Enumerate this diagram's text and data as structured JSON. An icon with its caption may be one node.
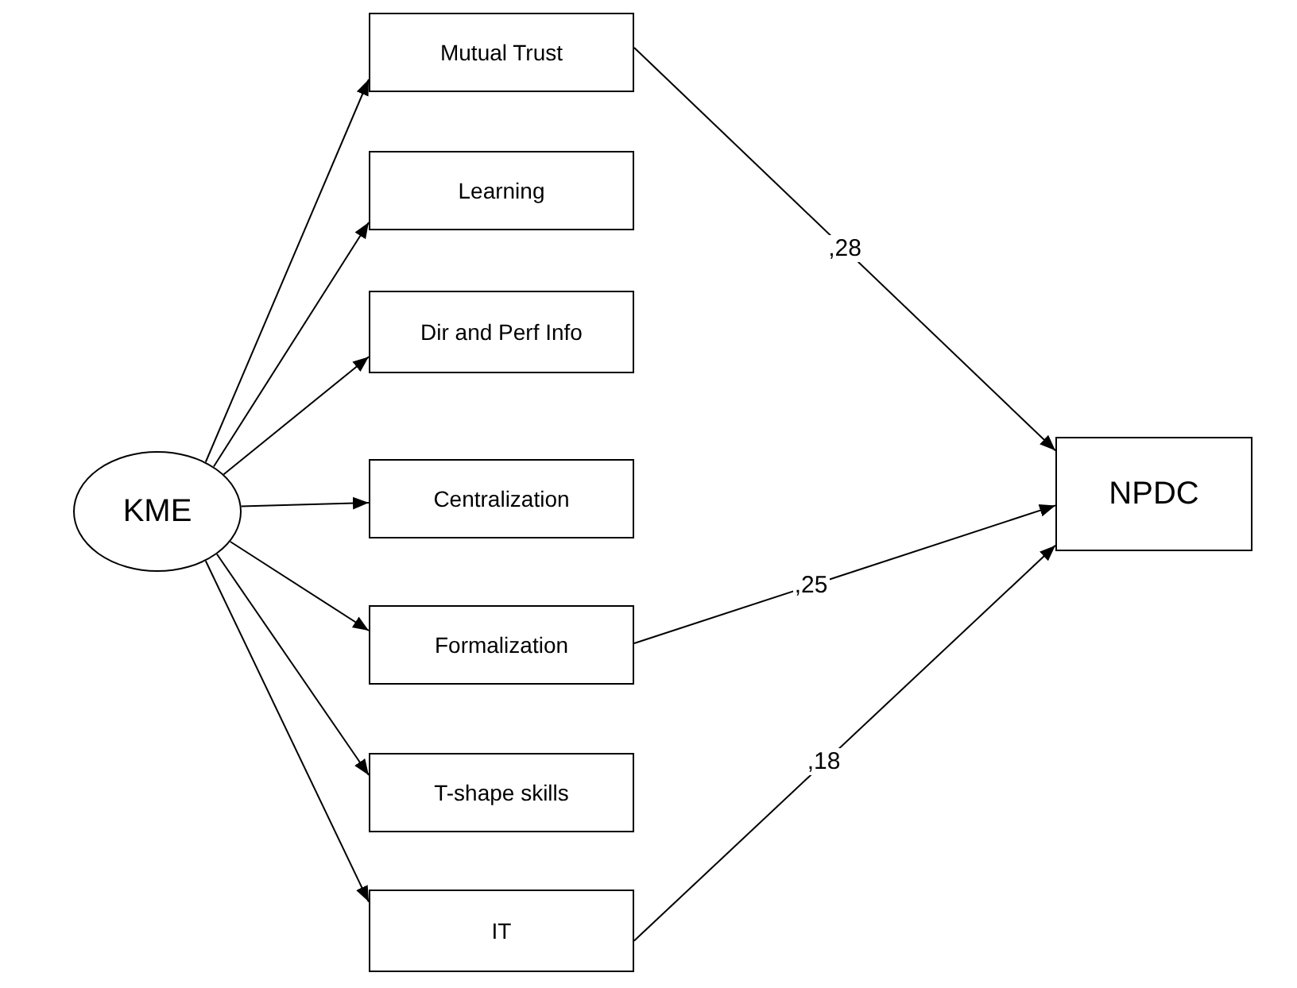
{
  "diagram": {
    "nodes": [
      {
        "text": [
          "KME"
        ]
      },
      {
        "text": [
          "Mutual Trust"
        ]
      },
      {
        "text": [
          "Learning"
        ]
      },
      {
        "text": [
          "Dir and Perf Info"
        ]
      },
      {
        "text": [
          "Centralization"
        ]
      },
      {
        "text": [
          "Formalization"
        ]
      },
      {
        "text": [
          "T-shape skills"
        ]
      },
      {
        "text": [
          "IT"
        ]
      },
      {
        "text": [
          "NPDC"
        ]
      }
    ],
    "edges": [
      {
        "from": 0,
        "to": 1,
        "arrow": "to"
      },
      {
        "from": 0,
        "to": 2,
        "arrow": "to"
      },
      {
        "from": 0,
        "to": 3,
        "arrow": "to"
      },
      {
        "from": 0,
        "to": 4,
        "arrow": "to"
      },
      {
        "from": 0,
        "to": 5,
        "arrow": "to"
      },
      {
        "from": 0,
        "to": 6,
        "arrow": "to"
      },
      {
        "from": 0,
        "to": 7,
        "arrow": "to"
      },
      {
        "from": 1,
        "to": 8,
        "arrow": "to",
        "label": ",28"
      },
      {
        "from": 5,
        "to": 8,
        "arrow": "to",
        "label": ",25"
      },
      {
        "from": 7,
        "to": 8,
        "arrow": "to",
        "label": ",18"
      }
    ]
  }
}
